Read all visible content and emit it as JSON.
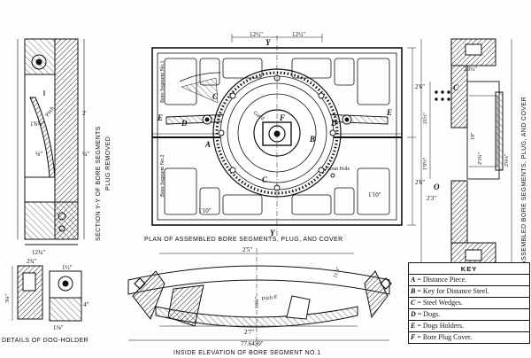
{
  "captions": {
    "plan": "PLAN OF ASSEMBLED BORE SEGMENTS, PLUG, AND COVER",
    "elevation": "INSIDE ELEVATION OF BORE SEGMENT NO.1",
    "dog_holder": "DETAILS OF DOG-HOLDER",
    "section_yy_left": "SECTION Y-Y OF BORE SEGMENTS",
    "plug_removed": "PLUG REMOVED",
    "section_yy_right": "SECTION Y-Y OF ASSEMBLED BORE SEGMENTS, PLUG, AND COVER"
  },
  "key": {
    "title": "KEY",
    "items": [
      {
        "letter": "A",
        "text": "= Distance Piece."
      },
      {
        "letter": "B",
        "text": "= Key for Distance Steel."
      },
      {
        "letter": "C",
        "text": "= Steel Wedges."
      },
      {
        "letter": "D",
        "text": "= Dogs."
      },
      {
        "letter": "E",
        "text": "= Dogs Holders."
      },
      {
        "letter": "F",
        "text": "= Bore Plug Cover."
      }
    ]
  },
  "plan_labels": {
    "dim_top_left": "12½\"",
    "dim_top_right": "12½\"",
    "y_top": "Y",
    "y_bottom": "Y",
    "height_top": "2'6\"",
    "height_bottom": "2'6\"",
    "dim_right_mid": "1'10\"",
    "dim_bottom_left": "1'10\"",
    "bore_segment_1": "Bore Segment No.1",
    "bore_segment_2": "Bore Segment No.2",
    "grout_hole": "Grout Hole",
    "shaft_text": "Gas'd",
    "letters": {
      "F": "F",
      "D_left": "D",
      "D_right": "D",
      "E_left": "E",
      "E_right": "E",
      "B": "B",
      "A": "A",
      "C_left": "C",
      "C_bottom": "C"
    }
  },
  "left_section_labels": {
    "dim_a": "2'",
    "dim_b": "1'6⅜\"",
    "dim_c": "⅛\"",
    "dim_d": "12¾\"",
    "dim_e": "¾\"",
    "pitch": "Pitch"
  },
  "right_section_labels": {
    "dim_a": "23½\"",
    "dim_b": "2'3¾\"",
    "dim_c": "2'6⅛\"",
    "dim_d": "21½\"",
    "dim_e": "19\"",
    "dim_f": "1'9½\"",
    "dim_g": "2'3\"",
    "letter_c": "C",
    "letter_o": "O"
  },
  "elevation_labels": {
    "dim_top": "2'5\"",
    "dim_bottom": "2'7\"",
    "dim_total": "77.6430\"",
    "dim_side": "16¾\"",
    "dim_right": "11.0\"",
    "pitch": "Pitch 6'"
  },
  "dog_holder_labels": {
    "dim_a": "2¾\"",
    "dim_b": "1½\"",
    "dim_c": "3¼\"",
    "dim_d": "4\"",
    "dim_e": "1⅜\""
  }
}
